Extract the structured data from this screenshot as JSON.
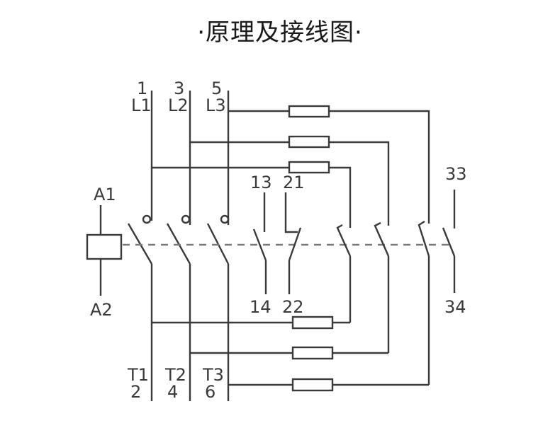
{
  "title": "·原理及接线图·",
  "labels": {
    "l1_num": "1",
    "l1": "L1",
    "l2_num": "3",
    "l2": "L2",
    "l3_num": "5",
    "l3": "L3",
    "a1": "A1",
    "a2": "A2",
    "c13": "13",
    "c21": "21",
    "c14": "14",
    "c22": "22",
    "c33": "33",
    "c34": "34",
    "t1": "T1",
    "t1_num": "2",
    "t2": "T2",
    "t2_num": "4",
    "t3": "T3",
    "t3_num": "6"
  },
  "colors": {
    "line": "#3a3a3a",
    "dash": "#7a7a7a",
    "text": "#1a1a1a"
  }
}
